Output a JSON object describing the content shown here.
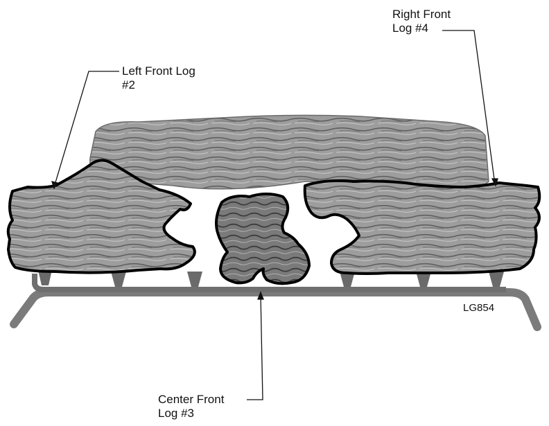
{
  "figure": {
    "labels": {
      "left_front_log": [
        "Left Front Log",
        "#2"
      ],
      "right_front_log": [
        "Right Front",
        "Log #4"
      ],
      "center_front_log": [
        "Center Front",
        "Log #3"
      ]
    },
    "model_code": "LG854",
    "colors": {
      "outline": "#000000",
      "log_fill": "#9a9a9a",
      "rear_log_fill": "#8e8e8e",
      "grate": "#7b7b7b",
      "leader_line": "#111111",
      "text": "#111111"
    }
  }
}
